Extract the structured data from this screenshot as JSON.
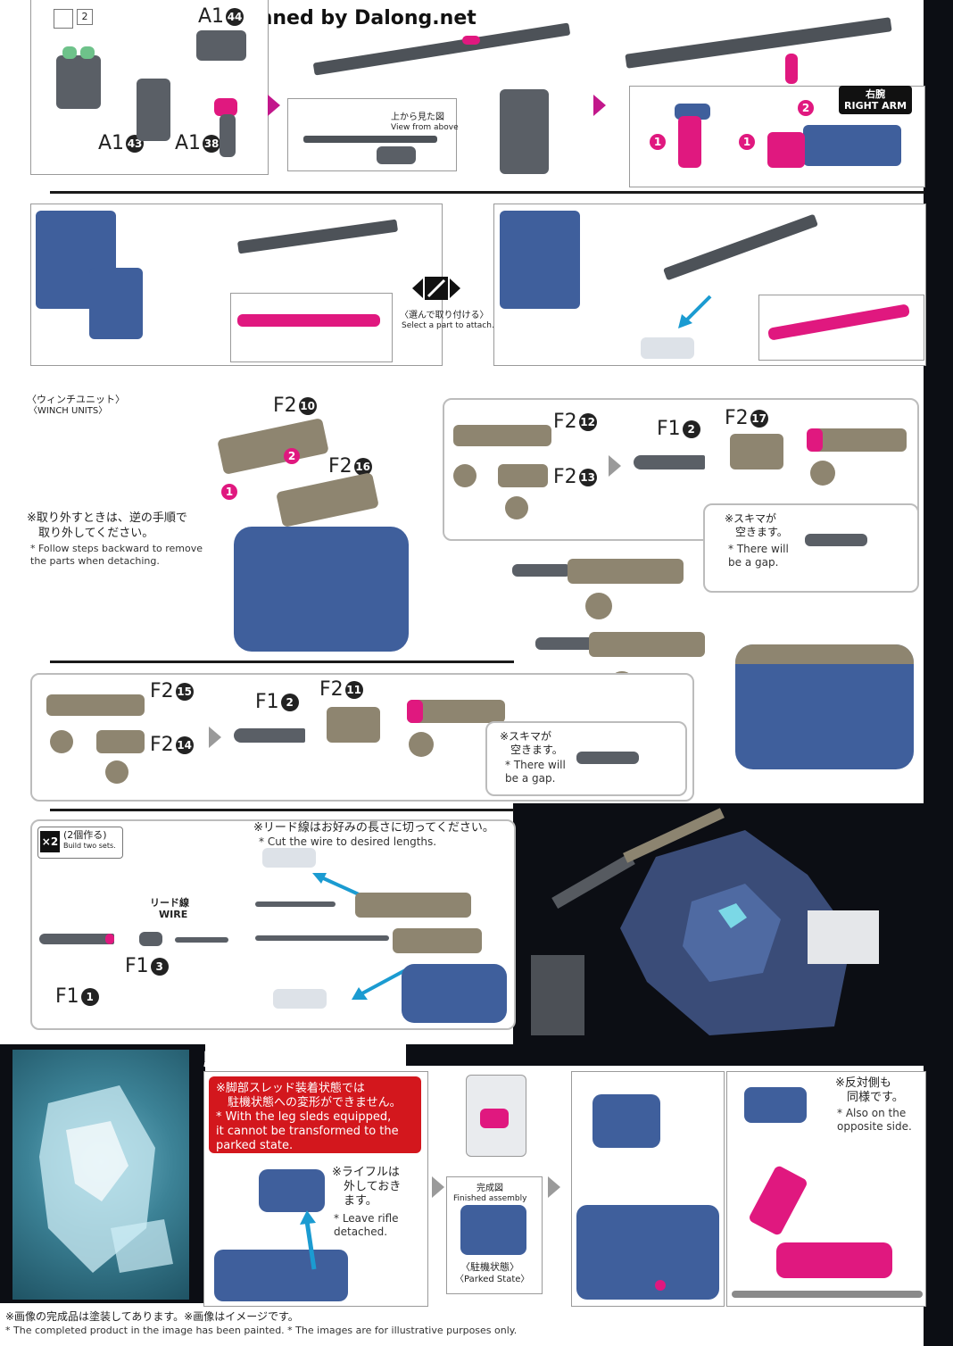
{
  "header": {
    "scan_credit": "Scanned by Dalong.net"
  },
  "step1": {
    "part_a1_44": "A1",
    "part_a1_44_num": "44",
    "part_a1_43": "A1",
    "part_a1_43_num": "43",
    "part_a1_38": "A1",
    "part_a1_38_num": "38",
    "corner_num": "2",
    "view_from_above_jp": "上から見た図",
    "view_from_above_en": "View from above",
    "right_arm_jp": "右腕",
    "right_arm_en": "RIGHT ARM",
    "steps": [
      "1",
      "2",
      "1"
    ]
  },
  "step2": {
    "select_jp": "〈選んで取り付ける〉",
    "select_en": "Select a part to attach."
  },
  "winch": {
    "section_jp": "〈ウィンチユニット〉",
    "section_en": "〈WINCH UNITS〉",
    "part_f2_10": "F2",
    "part_f2_10_num": "10",
    "part_f2_16": "F2",
    "part_f2_16_num": "16",
    "part_f2_12": "F2",
    "part_f2_12_num": "12",
    "part_f2_13": "F2",
    "part_f2_13_num": "13",
    "part_f1_2a": "F1",
    "part_f1_2a_num": "2",
    "part_f2_17": "F2",
    "part_f2_17_num": "17",
    "part_f2_15": "F2",
    "part_f2_15_num": "15",
    "part_f2_14": "F2",
    "part_f2_14_num": "14",
    "part_f1_2b": "F1",
    "part_f1_2b_num": "2",
    "part_f2_11": "F2",
    "part_f2_11_num": "11",
    "detach_jp": "※取り外すときは、逆の手順で\n　取り外してください。",
    "detach_en": "* Follow steps backward to remove\n  the parts when detaching.",
    "gap_jp_a": "※スキマが\n　空きます。",
    "gap_en_a": "* There will\n  be a gap.",
    "gap_jp_b": "※スキマが\n　空きます。",
    "gap_en_b": "* There will\n  be a gap.",
    "steps": [
      "1",
      "2",
      "1",
      "2"
    ]
  },
  "wire": {
    "build_two_mult": "×2",
    "build_two_jp": "(2個作る)",
    "build_two_en": "Build two sets.",
    "cut_jp": "※リード線はお好みの長さに切ってください。",
    "cut_en": "* Cut the wire to desired lengths.",
    "wire_jp": "リード線",
    "wire_en": "WIRE",
    "part_f1_3": "F1",
    "part_f1_3_num": "3",
    "part_f1_1": "F1",
    "part_f1_1_num": "1"
  },
  "parked": {
    "title_jp": "駐機状態",
    "title_en": "Parked State",
    "warning_jp": "※脚部スレッド装着状態では\n　駐機状態への変形ができません。",
    "warning_en": "* With the leg sleds equipped,\n  it cannot be transformed to the\n  parked state.",
    "rifle_jp": "※ライフルは\n　外しておき\n　ます。",
    "rifle_en": "* Leave rifle\n  detached.",
    "finished_jp": "完成図",
    "finished_en": "Finished assembly",
    "parked_label_jp": "〈駐機状態〉",
    "parked_label_en": "〈Parked State〉",
    "opposite_jp": "※反対側も\n　同様です。",
    "opposite_en": "* Also on the\n  opposite side."
  },
  "footer": {
    "note_jp": "※画像の完成品は塗装してあります。※画像はイメージです。",
    "note_en": "* The completed product in the image has been painted. * The images are for illustrative purposes only."
  },
  "colors": {
    "accent_pink": "#e0187f",
    "warning_red": "#d3171d",
    "arrow_blue": "#1b9bd1",
    "khaki_part": "#8e8570",
    "blue_armor": "#3f5f9c"
  }
}
